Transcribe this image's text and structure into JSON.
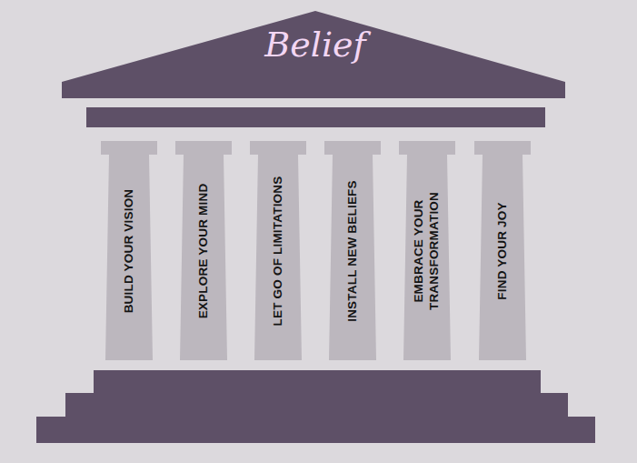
{
  "diagram": {
    "title": "Belief",
    "nodes": [
      {
        "text": [
          "BUILD YOUR VISION"
        ]
      },
      {
        "text": [
          "EXPLORE YOUR MIND"
        ]
      },
      {
        "text": [
          "LET GO OF LIMITATIONS"
        ]
      },
      {
        "text": [
          "INSTALL NEW BELIEFS"
        ]
      },
      {
        "text": [
          "EMBRACE YOUR TRANSFORMATION"
        ]
      },
      {
        "text": [
          "FIND YOUR JOY"
        ]
      }
    ]
  }
}
